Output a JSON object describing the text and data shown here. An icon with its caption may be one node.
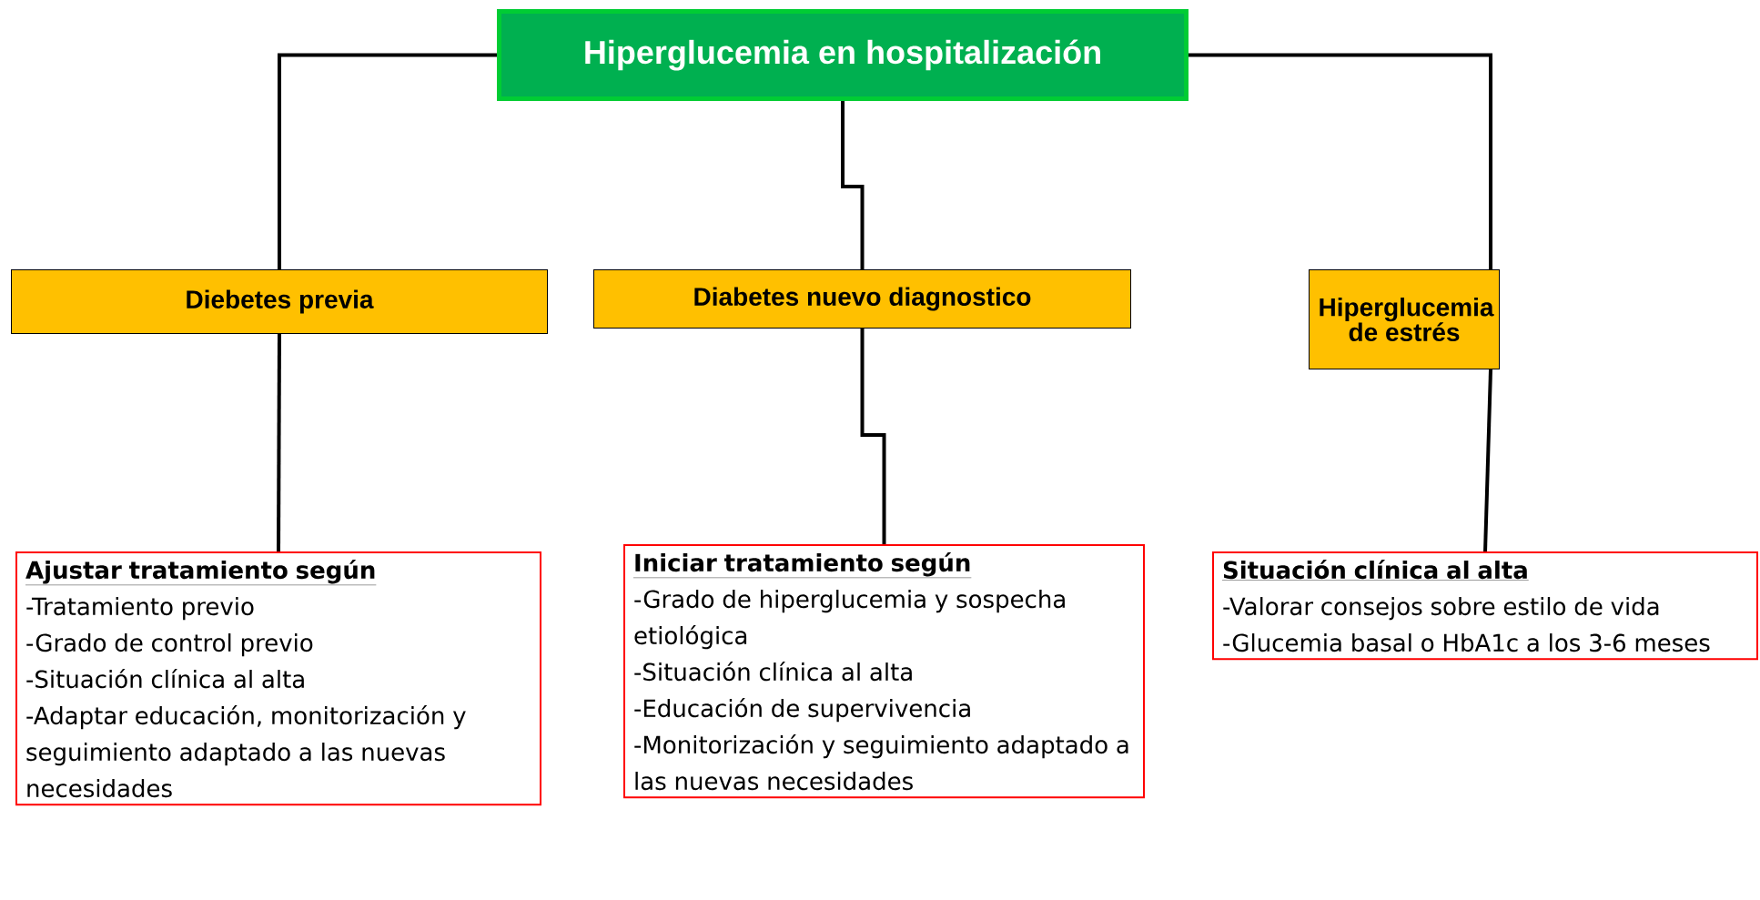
{
  "diagram": {
    "nodes": [
      {
        "text": [
          "Hiperglucemia en hospitalización"
        ]
      },
      {
        "text": [
          "Diebetes previa"
        ]
      },
      {
        "text": [
          "Diabetes nuevo diagnostico"
        ]
      },
      {
        "text": [
          "Hiperglucemia de estrés"
        ]
      },
      {
        "text": [
          "Ajustar tratamiento según",
          "-Tratamiento previo",
          "-Grado de control previo",
          "-Situación clínica al alta",
          "-Adaptar educación, monitorización y seguimiento adaptado a las nuevas necesidades"
        ]
      },
      {
        "text": [
          "Iniciar tratamiento según",
          "-Grado de hiperglucemia y sospecha etiológica",
          "-Situación clínica al alta",
          "-Educación de supervivencia",
          "-Monitorización y seguimiento adaptado a las nuevas necesidades"
        ]
      },
      {
        "text": [
          "Situación clínica al alta",
          "-Valorar consejos sobre estilo de vida",
          "-Glucemia basal o HbA1c a los 3-6 meses"
        ]
      }
    ],
    "edges": [
      {
        "from": 0,
        "to": 1,
        "arrow": "none"
      },
      {
        "from": 0,
        "to": 2,
        "arrow": "none"
      },
      {
        "from": 0,
        "to": 3,
        "arrow": "none"
      },
      {
        "from": 1,
        "to": 4,
        "arrow": "none"
      },
      {
        "from": 2,
        "to": 5,
        "arrow": "none"
      },
      {
        "from": 3,
        "to": 6,
        "arrow": "none"
      }
    ]
  }
}
